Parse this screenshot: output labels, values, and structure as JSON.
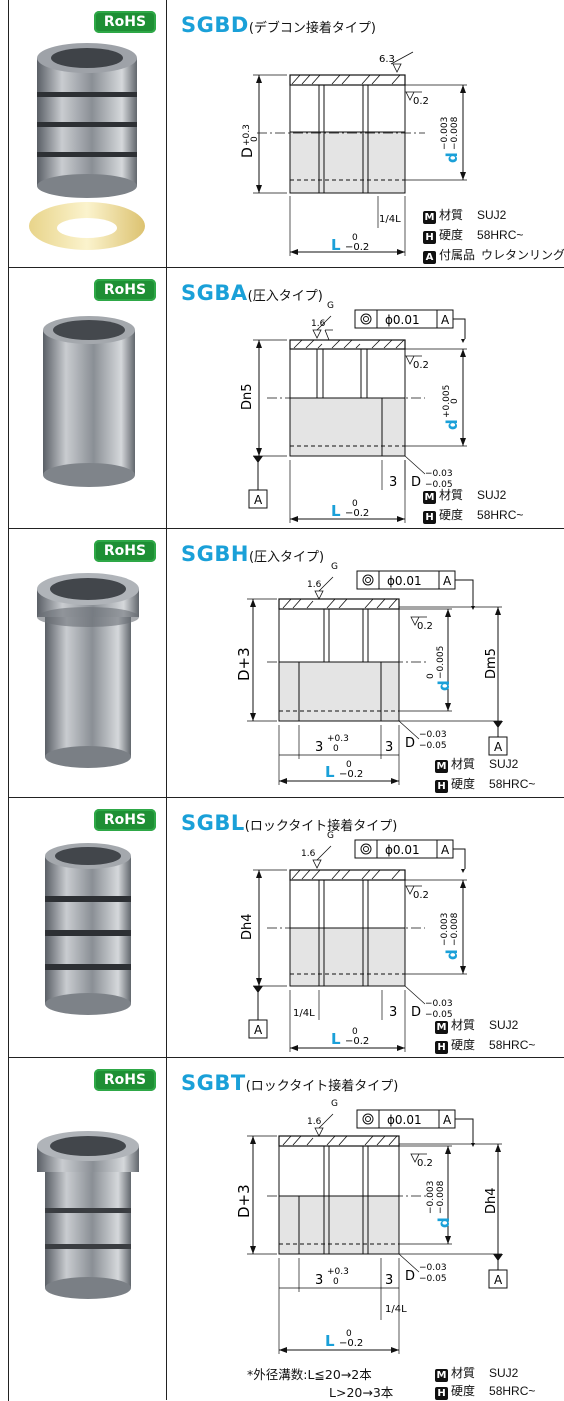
{
  "rohs_label": "RoHS",
  "products": [
    {
      "code": "SGBD",
      "subtitle": "(デブコン接着タイプ)",
      "specs": [
        {
          "icon": "M",
          "label": "材質",
          "value": "SUJ2"
        },
        {
          "icon": "H",
          "label": "硬度",
          "value": "58HRC~"
        },
        {
          "icon": "A",
          "label": "付属品",
          "value": "ウレタンリング"
        }
      ]
    },
    {
      "code": "SGBA",
      "subtitle": "(圧入タイプ)",
      "specs": [
        {
          "icon": "M",
          "label": "材質",
          "value": "SUJ2"
        },
        {
          "icon": "H",
          "label": "硬度",
          "value": "58HRC~"
        }
      ]
    },
    {
      "code": "SGBH",
      "subtitle": "(圧入タイプ)",
      "specs": [
        {
          "icon": "M",
          "label": "材質",
          "value": "SUJ2"
        },
        {
          "icon": "H",
          "label": "硬度",
          "value": "58HRC~"
        }
      ]
    },
    {
      "code": "SGBL",
      "subtitle": "(ロックタイト接着タイプ)",
      "specs": [
        {
          "icon": "M",
          "label": "材質",
          "value": "SUJ2"
        },
        {
          "icon": "H",
          "label": "硬度",
          "value": "58HRC~"
        }
      ]
    },
    {
      "code": "SGBT",
      "subtitle": "(ロックタイト接着タイプ)",
      "specs": [
        {
          "icon": "M",
          "label": "材質",
          "value": "SUJ2"
        },
        {
          "icon": "H",
          "label": "硬度",
          "value": "58HRC~"
        }
      ]
    }
  ],
  "note": {
    "label": "*外径溝数:",
    "line1": "L≦20→2本",
    "line2": "L>20→3本"
  },
  "dims": {
    "roughness_63": "6.3",
    "roughness_16": "1.6",
    "roughness_02": "0.2",
    "g": "G",
    "tol_label": "ϕ0.01",
    "datum": "A",
    "L": "L",
    "L_tol_up": "0",
    "L_tol_low": "−0.2",
    "d": "d",
    "D": "D",
    "D_plus3": "D+3",
    "Dn5": "Dn5",
    "Dm5": "Dm5",
    "Dh4": "Dh4",
    "tol_0_003": "−0.003",
    "tol_0_008": "−0.008",
    "tol_p005": "+0.005",
    "tol_0": "0",
    "tol_m005": "−0.005",
    "tol_p03": "+0.3",
    "tol_m003": "−0.03",
    "tol_m005b": "−0.05",
    "three": "3",
    "quarter": "1/4L"
  }
}
